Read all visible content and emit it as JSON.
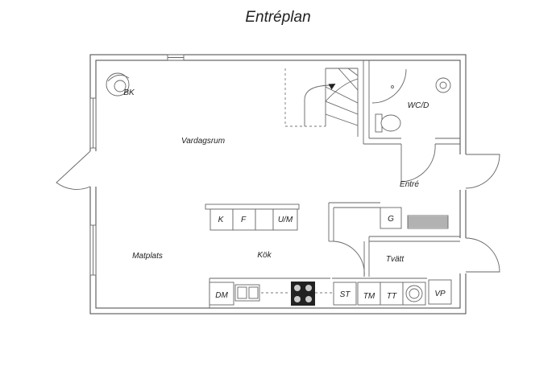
{
  "title": "Entréplan",
  "rooms": {
    "bk": "BK",
    "vardagsrum": "Vardagsrum",
    "wc": "WC/D",
    "entre": "Entré",
    "matplats": "Matplats",
    "kok": "Kök",
    "tvatt": "Tvätt"
  },
  "fixtures": {
    "k": "K",
    "f": "F",
    "um": "U/M",
    "g": "G",
    "dm": "DM",
    "st": "ST",
    "tm": "TM",
    "tt": "TT",
    "vp": "VP"
  }
}
